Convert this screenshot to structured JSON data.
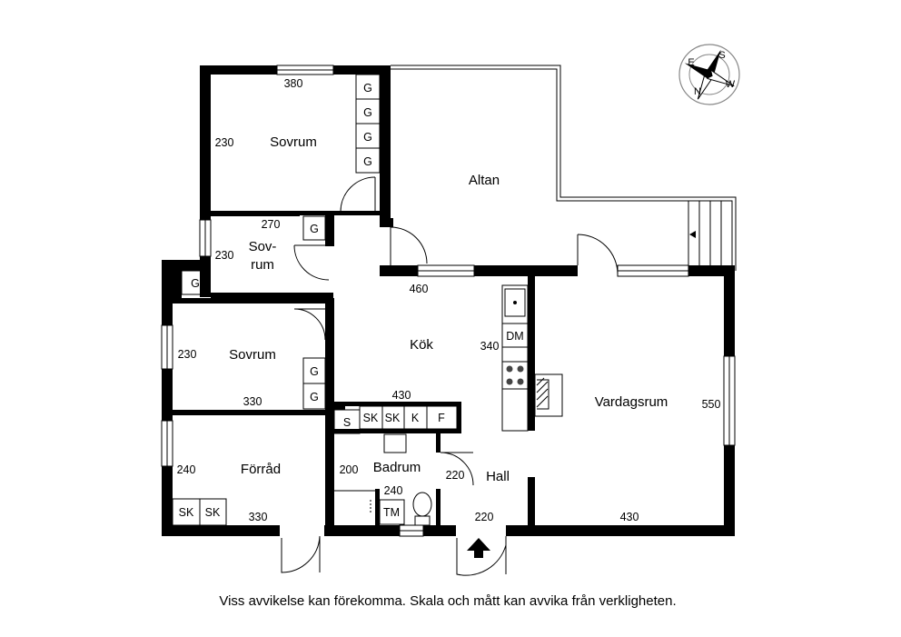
{
  "rooms": {
    "sovrum_top": "Sovrum",
    "altan": "Altan",
    "sovrum_small_1": "Sov-",
    "sovrum_small_2": "rum",
    "kok": "Kök",
    "sovrum_mid": "Sovrum",
    "vardagsrum": "Vardagsrum",
    "forrad": "Förråd",
    "badrum": "Badrum",
    "hall": "Hall"
  },
  "dimensions": {
    "sovrum_top_w": "380",
    "sovrum_top_h": "230",
    "sovrum_small_w": "270",
    "sovrum_small_h": "230",
    "kok_w": "460",
    "kok_h": "340",
    "sovrum_mid_h": "230",
    "sovrum_mid_w": "330",
    "kok_counter": "430",
    "vardagsrum_h": "550",
    "vardagsrum_w": "430",
    "forrad_h": "240",
    "forrad_w": "330",
    "badrum_h": "200",
    "badrum_w": "240",
    "hall_h": "220",
    "hall_w": "220"
  },
  "fixtures": {
    "wardrobe": "G",
    "storage_cabinet": "SK",
    "kitchen_cabinet": "K",
    "freezer": "F",
    "shelf": "S",
    "dishwasher": "DM",
    "washing_machine": "TM"
  },
  "compass": {
    "north": "N",
    "east": "E",
    "south": "S",
    "west": "W"
  },
  "caption": "Viss avvikelse kan förekomma. Skala och mått kan avvika från verkligheten.",
  "colors": {
    "wall": "#000000",
    "background": "#ffffff",
    "line": "#000000"
  }
}
